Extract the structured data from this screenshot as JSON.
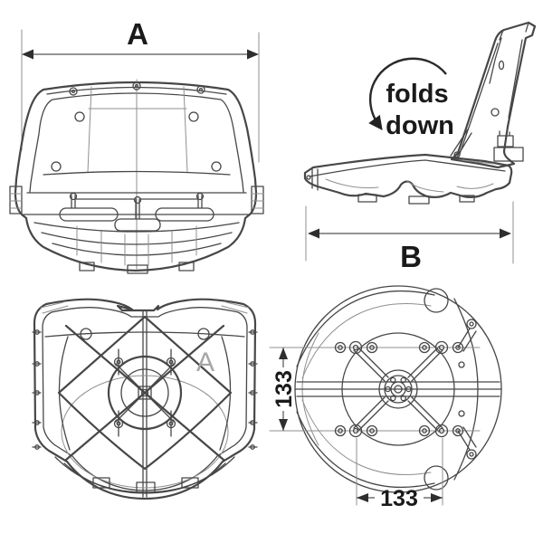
{
  "diagram": {
    "views": {
      "front": {
        "dimension_label": "A"
      },
      "side": {
        "fold_annotation": [
          "folds",
          "down"
        ],
        "dimension_label": "B"
      },
      "underside": {
        "watermark": "A"
      },
      "mounting_base": {
        "vertical_dimension": "133",
        "horizontal_dimension": "133"
      }
    },
    "colors": {
      "line": "#474747",
      "line_light": "#8f8f8f",
      "dimension_line": "#555555",
      "text": "#1a1a1a",
      "watermark": "#a6a6a6",
      "background": "#ffffff"
    }
  }
}
